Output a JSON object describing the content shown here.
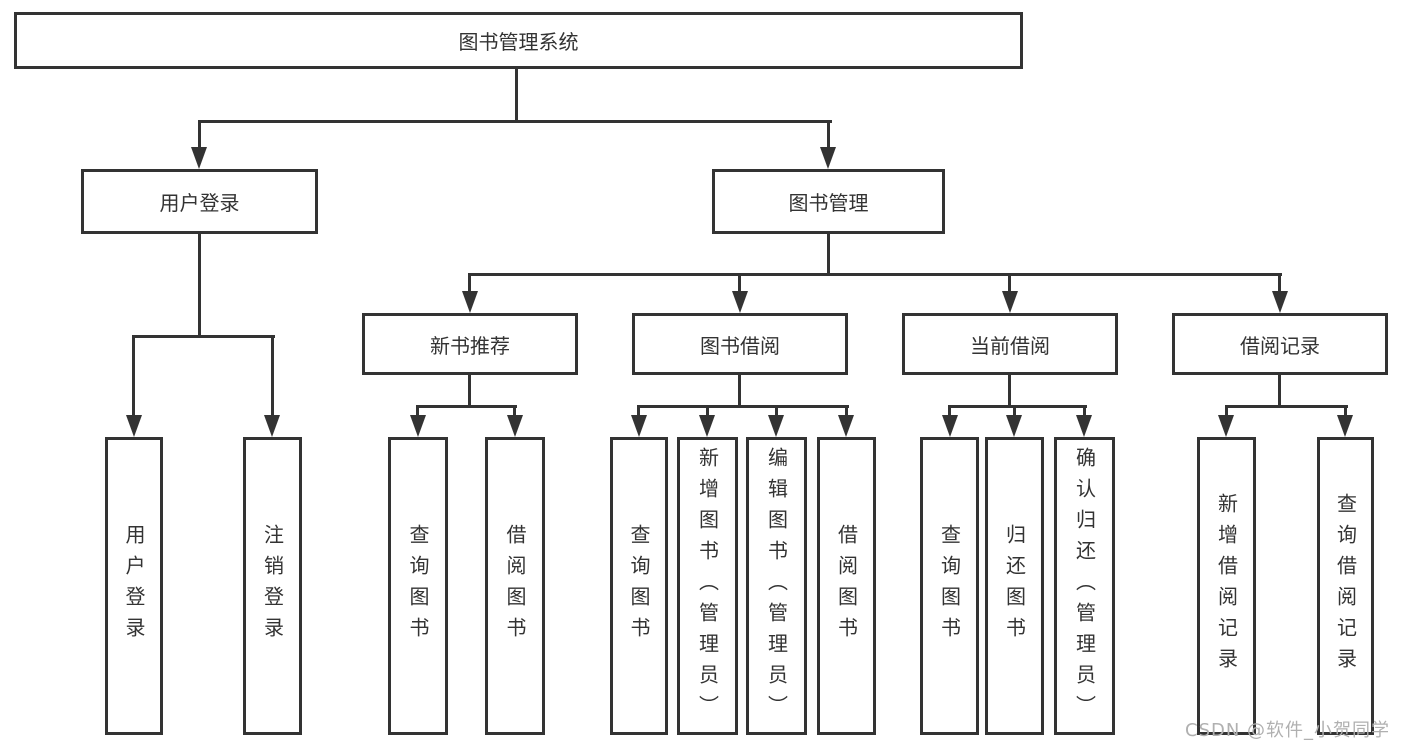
{
  "diagram": {
    "type": "hierarchy-tree",
    "root": {
      "label": "图书管理系统"
    },
    "level2": [
      {
        "label": "用户登录"
      },
      {
        "label": "图书管理"
      }
    ],
    "level3": [
      {
        "label": "新书推荐",
        "parent": "图书管理"
      },
      {
        "label": "图书借阅",
        "parent": "图书管理"
      },
      {
        "label": "当前借阅",
        "parent": "图书管理"
      },
      {
        "label": "借阅记录",
        "parent": "图书管理"
      }
    ],
    "leaves": [
      {
        "label": "用户登录",
        "parent": "用户登录"
      },
      {
        "label": "注销登录",
        "parent": "用户登录"
      },
      {
        "label": "查询图书",
        "parent": "新书推荐"
      },
      {
        "label": "借阅图书",
        "parent": "新书推荐"
      },
      {
        "label": "查询图书",
        "parent": "图书借阅"
      },
      {
        "label": "新增图书（管理员）",
        "parent": "图书借阅"
      },
      {
        "label": "编辑图书（管理员）",
        "parent": "图书借阅"
      },
      {
        "label": "借阅图书",
        "parent": "图书借阅"
      },
      {
        "label": "查询图书",
        "parent": "当前借阅"
      },
      {
        "label": "归还图书",
        "parent": "当前借阅"
      },
      {
        "label": "确认归还（管理员）",
        "parent": "当前借阅"
      },
      {
        "label": "新增借阅记录",
        "parent": "借阅记录"
      },
      {
        "label": "查询借阅记录",
        "parent": "借阅记录"
      }
    ]
  },
  "watermark": {
    "text": "CSDN @软件_小贺同学"
  },
  "colors": {
    "line": "#333333",
    "text": "#333333",
    "box_background": "#ffffff",
    "page_background": "#ffffff",
    "watermark": "#b0b0b0"
  }
}
